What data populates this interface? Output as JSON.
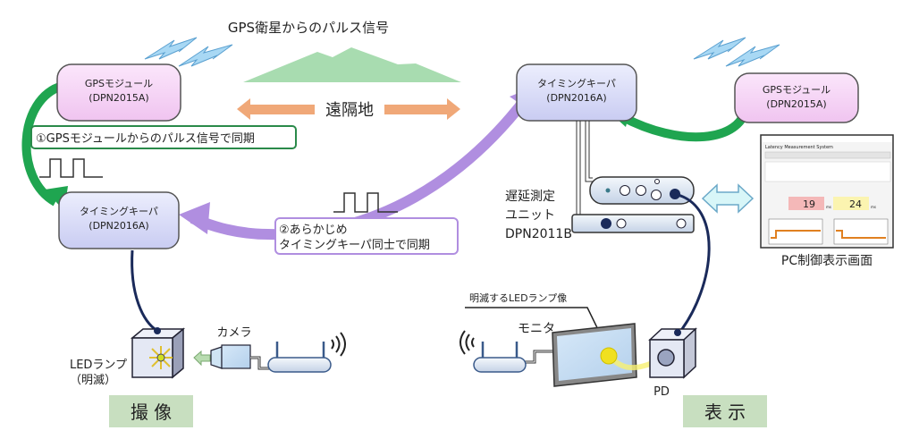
{
  "title": "GPS衛星からのパルス信号",
  "remote_label": "遠隔地",
  "gps_module_left": {
    "line1": "GPSモジュール",
    "line2": "(DPN2015A)"
  },
  "gps_module_right": {
    "line1": "GPSモジュール",
    "line2": "(DPN2015A)"
  },
  "timing_keeper_left": {
    "line1": "タイミングキーパ",
    "line2": "(DPN2016A)"
  },
  "timing_keeper_right": {
    "line1": "タイミングキーパ",
    "line2": "(DPN2016A)"
  },
  "sync1_label": "①GPSモジュールからのパルス信号で同期",
  "sync2_label": {
    "line1": "②あらかじめ",
    "line2": "タイミングキーパ同士で同期"
  },
  "delay_unit": {
    "line1": "遅延測定",
    "line2": "ユニット",
    "line3": "DPN2011B"
  },
  "pc_caption": "PC制御表示画面",
  "pc_screen": {
    "window_title": "Latency Measurement System",
    "value_left": "19",
    "value_right": "24",
    "unit": "ms"
  },
  "led_image_label": "明滅するLEDランプ像",
  "monitor_label": "モニタ",
  "pd_label": "PD",
  "camera_label": "カメラ",
  "led_lamp": {
    "line1": "LEDランプ",
    "line2": "（明滅）"
  },
  "capture_label": "撮 像",
  "display_label": "表 示",
  "colors": {
    "gps_module": "#f6d3f6",
    "timing_keeper": "#d9dbf7",
    "green_arrow": "#1fa550",
    "purple_arrow": "#b08ee0",
    "orange_arrow": "#f0a878",
    "mountain": "#a8dcb0",
    "section_label_bg": "#c8dfc0",
    "cable": "#1a2a5a"
  }
}
